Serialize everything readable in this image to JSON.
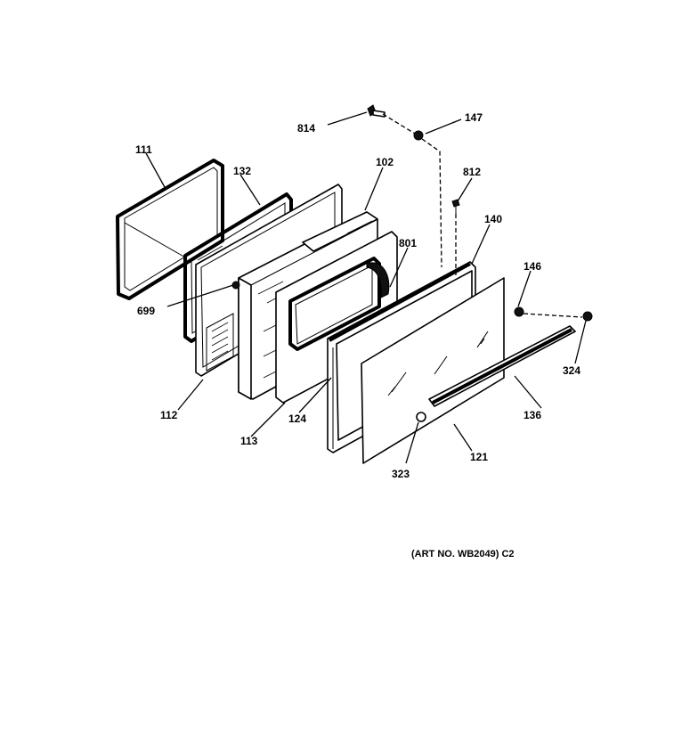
{
  "callouts": [
    {
      "id": "111",
      "label": "111"
    },
    {
      "id": "132",
      "label": "132"
    },
    {
      "id": "699",
      "label": "699"
    },
    {
      "id": "112",
      "label": "112"
    },
    {
      "id": "113",
      "label": "113"
    },
    {
      "id": "124",
      "label": "124"
    },
    {
      "id": "102",
      "label": "102"
    },
    {
      "id": "801",
      "label": "801"
    },
    {
      "id": "814",
      "label": "814"
    },
    {
      "id": "147",
      "label": "147"
    },
    {
      "id": "812",
      "label": "812"
    },
    {
      "id": "140",
      "label": "140"
    },
    {
      "id": "146",
      "label": "146"
    },
    {
      "id": "324",
      "label": "324"
    },
    {
      "id": "136",
      "label": "136"
    },
    {
      "id": "121",
      "label": "121"
    },
    {
      "id": "323",
      "label": "323"
    }
  ],
  "art_reference": "(ART NO. WB2049) C2"
}
